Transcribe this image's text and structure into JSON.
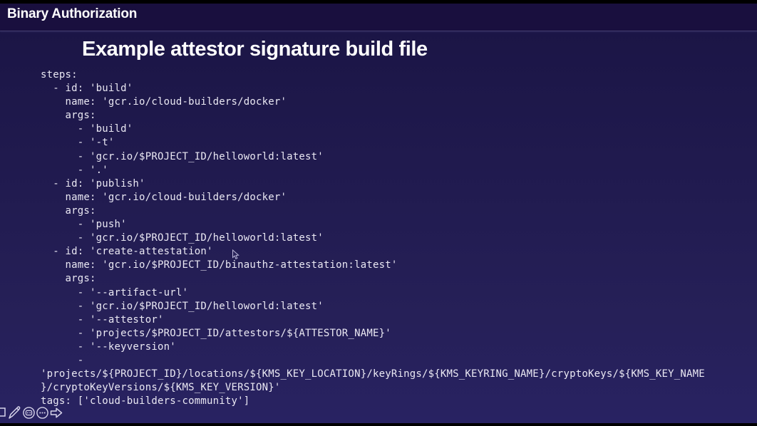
{
  "header": {
    "app_title": "Binary Authorization"
  },
  "slide": {
    "title": "Example attestor signature build file",
    "code_lines": [
      "steps:",
      "  - id: 'build'",
      "    name: 'gcr.io/cloud-builders/docker'",
      "    args:",
      "      - 'build'",
      "      - '-t'",
      "      - 'gcr.io/$PROJECT_ID/helloworld:latest'",
      "      - '.'",
      "  - id: 'publish'",
      "    name: 'gcr.io/cloud-builders/docker'",
      "    args:",
      "      - 'push'",
      "      - 'gcr.io/$PROJECT_ID/helloworld:latest'",
      "  - id: 'create-attestation'",
      "    name: 'gcr.io/$PROJECT_ID/binauthz-attestation:latest'",
      "    args:",
      "      - '--artifact-url'",
      "      - 'gcr.io/$PROJECT_ID/helloworld:latest'",
      "      - '--attestor'",
      "      - 'projects/$PROJECT_ID/attestors/${ATTESTOR_NAME}'",
      "      - '--keyversion'",
      "      -",
      "'projects/${PROJECT_ID}/locations/${KMS_KEY_LOCATION}/keyRings/${KMS_KEYRING_NAME}/cryptoKeys/${KMS_KEY_NAME",
      "}/cryptoKeyVersions/${KMS_KEY_VERSION}'",
      "tags: ['cloud-builders-community']"
    ]
  },
  "toolbar": {
    "icons": [
      "square-tool-icon",
      "pencil-tool-icon",
      "stamp-tool-icon",
      "more-options-icon",
      "arrow-tool-icon"
    ]
  },
  "colors": {
    "top_bar": "#000000",
    "header_background": "#190f3e",
    "slide_background_top": "#1a1444",
    "slide_background_bottom": "#282262",
    "divider": "#443f70",
    "title_text": "#ffffff",
    "code_text": "#eae8f3",
    "tool_icon": "#d6d3ea"
  }
}
